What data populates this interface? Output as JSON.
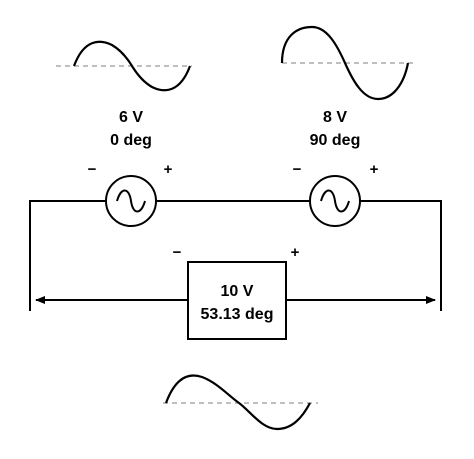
{
  "source1": {
    "voltage": "6 V",
    "phase": "0 deg",
    "minus": "−",
    "plus": "+"
  },
  "source2": {
    "voltage": "8 V",
    "phase": "90 deg",
    "minus": "−",
    "plus": "+"
  },
  "total": {
    "voltage": "10 V",
    "phase": "53.13 deg",
    "minus": "−",
    "plus": "+"
  },
  "colors": {
    "line": "#000000",
    "axis": "#999999"
  },
  "icons": {
    "ac_source": "sine-wave-in-circle",
    "waveform": "sine-wave"
  }
}
